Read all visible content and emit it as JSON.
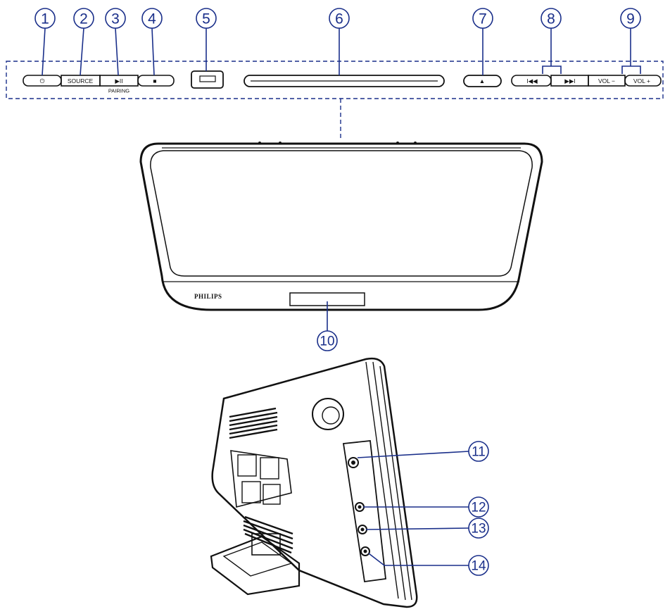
{
  "callouts": [
    "1",
    "2",
    "3",
    "4",
    "5",
    "6",
    "7",
    "8",
    "9",
    "10",
    "11",
    "12",
    "13",
    "14"
  ],
  "top_panel": {
    "button_labels": {
      "power": "⏻",
      "source": "SOURCE",
      "play_pause": "▶II",
      "stop": "■",
      "prev": "I◀◀",
      "next": "▶▶I",
      "vol_down": "VOL −",
      "vol_up": "VOL +",
      "eject": "▲"
    },
    "pairing_label": "PAIRING"
  },
  "front_unit": {
    "brand": "PHILIPS"
  },
  "colors": {
    "callout": "#1a2f8a",
    "line": "#111111"
  }
}
